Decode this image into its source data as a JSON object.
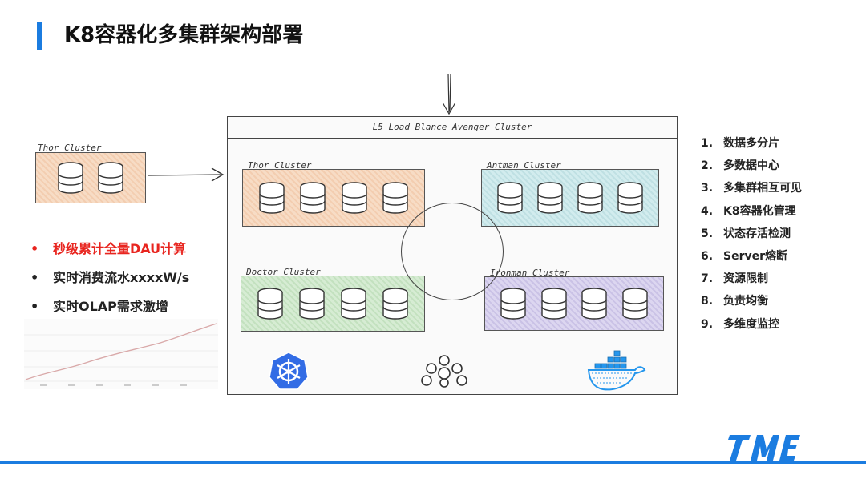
{
  "slide": {
    "title": "K8容器化多集群架构部署"
  },
  "diagram": {
    "load_balancer_label": "L5 Load Blance Avenger Cluster",
    "external_cluster_label": "Thor Cluster",
    "clusters": [
      {
        "name": "Thor Cluster",
        "color": "#f3cdb0"
      },
      {
        "name": "Antman Cluster",
        "color": "#bfe0e3"
      },
      {
        "name": "Doctor Cluster",
        "color": "#c3e1bf"
      },
      {
        "name": "Ironman Cluster",
        "color": "#cac2e6"
      }
    ],
    "bottom_icons": [
      "kubernetes-icon",
      "helm-icon",
      "docker-icon"
    ]
  },
  "bullets": [
    {
      "dot": "•",
      "text": "秒级累计全量DAU计算",
      "color": "#e8251f"
    },
    {
      "dot": "•",
      "text": "实时消费流水xxxxW/s",
      "color": "#222222"
    },
    {
      "dot": "•",
      "text": "实时OLAP需求激增",
      "color": "#222222"
    }
  ],
  "features": [
    {
      "num": "1.",
      "text": "数据多分片"
    },
    {
      "num": "2.",
      "text": "多数据中心"
    },
    {
      "num": "3.",
      "text": "多集群相互可见"
    },
    {
      "num": "4.",
      "text": "K8容器化管理"
    },
    {
      "num": "5.",
      "text": "状态存活检测"
    },
    {
      "num": "6.",
      "text": "Server熔断"
    },
    {
      "num": "7.",
      "text": "资源限制"
    },
    {
      "num": "8.",
      "text": "负责均衡"
    },
    {
      "num": "9.",
      "text": "多维度监控"
    }
  ],
  "colors": {
    "accent": "#1b7ce0",
    "highlight": "#e8251f"
  }
}
